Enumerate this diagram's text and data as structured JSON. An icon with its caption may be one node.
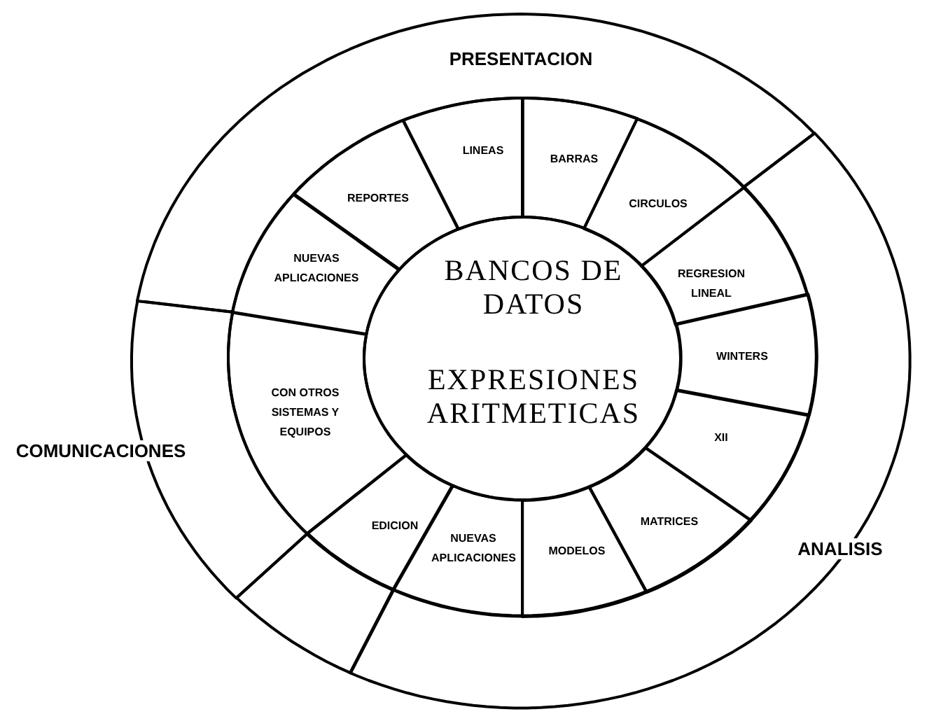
{
  "diagram": {
    "nodes": [
      {
        "text": [
          "PRESENTACION"
        ]
      },
      {
        "text": [
          "ANALISIS"
        ]
      },
      {
        "text": [],
        "shape": "box"
      },
      {
        "text": [
          "COMUNICACIONES"
        ]
      },
      {
        "text": [
          "BANCOS DE DATOS",
          "EXPRESIONES ARITMETICAS"
        ]
      },
      {
        "text": [
          "LINEAS"
        ]
      },
      {
        "text": [
          "BARRAS"
        ]
      },
      {
        "text": [
          "CIRCULOS"
        ]
      },
      {
        "text": [
          "REGRESION LINEAL"
        ]
      },
      {
        "text": [
          "WINTERS"
        ]
      },
      {
        "text": [
          "XII"
        ]
      },
      {
        "text": [
          "MATRICES"
        ]
      },
      {
        "text": [
          "MODELOS"
        ]
      },
      {
        "text": [
          "NUEVAS APLICACIONES"
        ]
      },
      {
        "text": [
          "EDICION"
        ]
      },
      {
        "text": [
          "CON OTROS SISTEMAS Y EQUIPOS"
        ]
      },
      {
        "text": [
          "NUEVAS APLICACIONES"
        ]
      },
      {
        "text": [
          "REPORTES"
        ]
      }
    ],
    "edges": []
  }
}
